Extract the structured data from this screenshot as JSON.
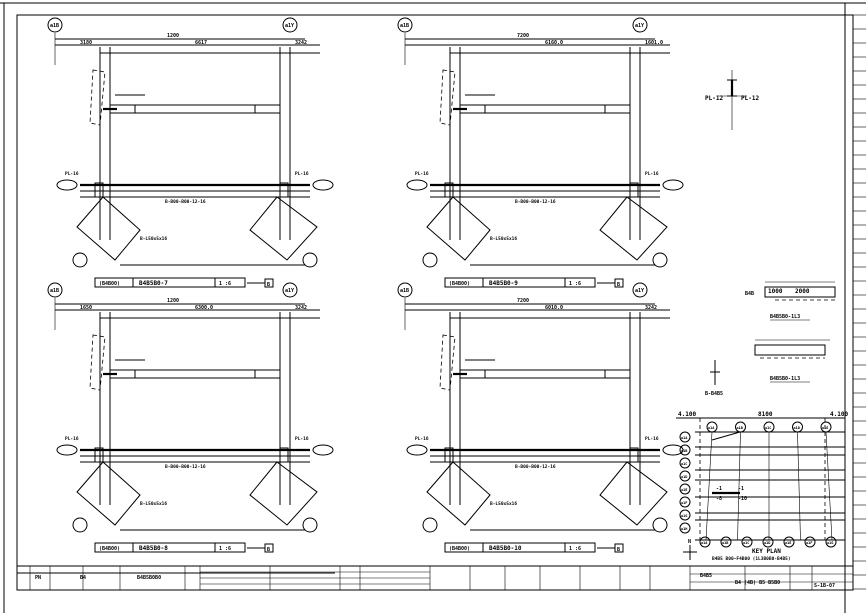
{
  "drawing": {
    "panels": [
      {
        "axis_left": "a1B",
        "axis_right": "a1Y",
        "span": "1200",
        "sub_left": "3180",
        "sub_mid": "6617",
        "sub_right": "3242",
        "tag": "(B4B00)",
        "code": "B4B5B0-7",
        "scale": "1 :6",
        "ref": "B"
      },
      {
        "axis_left": "a1B",
        "axis_right": "a1Y",
        "span": "7200",
        "sub_left": "",
        "sub_mid": "6160.0",
        "sub_right": "1601.0",
        "tag": "(B4B00)",
        "code": "B4B5B0-9",
        "scale": "1 :6",
        "ref": "B"
      },
      {
        "axis_left": "a1B",
        "axis_right": "a1Y",
        "span": "1200",
        "sub_left": "1650",
        "sub_mid": "6300.0",
        "sub_right": "3242",
        "tag": "(B4B00)",
        "code": "B4B5B0-8",
        "scale": "1 :6",
        "ref": "B"
      },
      {
        "axis_left": "a1B",
        "axis_right": "a1Y",
        "span": "7200",
        "sub_left": "",
        "sub_mid": "6010.0",
        "sub_right": "3242",
        "tag": "(B4B00)",
        "code": "B4B5B0-10",
        "scale": "1 :6",
        "ref": "B"
      }
    ],
    "beam_note": "B-B00-B00-12-16",
    "brace_note": "B-L50x5x16",
    "plate_left": "PL-16",
    "plate_right": "PL-16",
    "detail_labels": {
      "pl1": "PL-12",
      "pl2": "PL-12",
      "sec1": "1000",
      "sec2": "2000",
      "sec_note": "B4B5B0-1L3",
      "sec_note2": "B4B5B0-1L3"
    },
    "key_plan": {
      "title": "KEY PLAN",
      "note": "B4B5 B00~F4B00 (1L3B0B0-B4B5)",
      "top_left": "4.100",
      "top_mid": "8100",
      "top_right": "4.100",
      "north": "N",
      "axes_top": [
        "a1A",
        "a1B",
        "a1C",
        "a1D",
        "a1E"
      ],
      "axes_bottom": [
        "a1A",
        "a1B",
        "a1C",
        "a1D",
        "a1E",
        "a1F",
        "a1G"
      ],
      "axes_left": [
        "a1A",
        "a1B",
        "a1C",
        "a1D",
        "a1E",
        "a1F",
        "a1G",
        "a1H"
      ],
      "marks": [
        "-1",
        "-1",
        "-8",
        "-10"
      ]
    },
    "title_block": {
      "project": "B4B5",
      "name": "B4 (4B) B5 B5B0",
      "sheet": "S-1B-07",
      "cols": [
        "PN",
        "B4",
        "B4B5B0B0"
      ]
    }
  }
}
